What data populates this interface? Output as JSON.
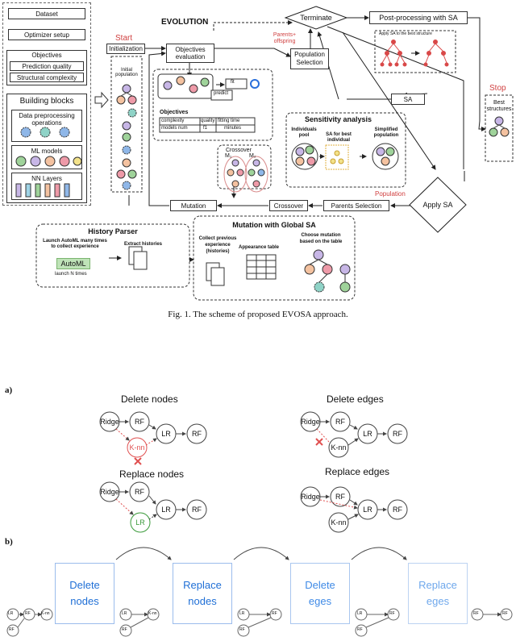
{
  "fig1": {
    "caption": "Fig. 1. The scheme of proposed EVOSA approach.",
    "left_panel": {
      "dataset": "Dataset",
      "optimizer_setup": "Optimizer setup",
      "objectives_title": "Objectives",
      "prediction_quality": "Prediction quality",
      "structural_complexity": "Structural complexity",
      "building_blocks": "Building blocks",
      "data_preprocessing": "Data preprocessing operations",
      "ml_models": "ML models",
      "nn_layers": "NN Layers"
    },
    "evolution_title": "EVOLUTION",
    "start": "Start",
    "initialization": "Initialization",
    "initial_population": "Initial population",
    "objectives_evaluation": "Objectives evaluation",
    "terminate": "Terminate",
    "parents_offspring": "Parents+ offspring",
    "population_selection": "Population Selection",
    "postprocessing": "Post-processing with SA",
    "apply_sa_title": "Apply SA to the best structure",
    "stop": "Stop",
    "best_structures": "Best structures",
    "sa": "SA",
    "fit": "fit",
    "predict": "predict",
    "objectives_table": {
      "title": "Objectives",
      "headers": [
        "complexity",
        "quality",
        "fitting time"
      ],
      "row": [
        "models num",
        "f1",
        "minutes"
      ]
    },
    "crossover_title": "Crossover",
    "m1": "M₁",
    "m2": "M₂",
    "sensitivity_title": "Sensitivity analysis",
    "individuals_pool": "Individuals pool",
    "sa_best": "SA for best individual",
    "simplified_population": "Simplified population",
    "population": "Population",
    "apply_sa": "Apply SA",
    "parents_selection": "Parents Selection",
    "crossover": "Crossover",
    "mutation": "Mutation",
    "history_parser": {
      "title": "History Parser",
      "launch": "Launch AutoML many times to collect experience",
      "automl": "AutoML",
      "launch_n": "launch N times",
      "extract": "Extract histories"
    },
    "mutation_global": {
      "title": "Mutation with Global SA",
      "collect": "Collect previous experience (histories)",
      "appearance": "Appearance table",
      "choose": "Choose mutation based on the table"
    }
  },
  "fig2a": {
    "label": "a)",
    "delete_nodes": "Delete nodes",
    "delete_edges": "Delete edges",
    "replace_nodes": "Replace nodes",
    "replace_edges": "Replace edges",
    "ridge": "Ridge",
    "rf": "RF",
    "lr": "LR",
    "knn": "K-nn"
  },
  "fig2b": {
    "label": "b)",
    "boxes": [
      {
        "line1": "Delete",
        "line2": "nodes",
        "color": "#1f6fd6"
      },
      {
        "line1": "Replace",
        "line2": "nodes",
        "color": "#1f6fd6"
      },
      {
        "line1": "Delete",
        "line2": "eges",
        "color": "#3f8ae6"
      },
      {
        "line1": "Replace",
        "line2": "eges",
        "color": "#6fa8ec"
      }
    ],
    "mini_lr": "LR",
    "mini_rf": "RF",
    "mini_knn": "K-nn"
  }
}
